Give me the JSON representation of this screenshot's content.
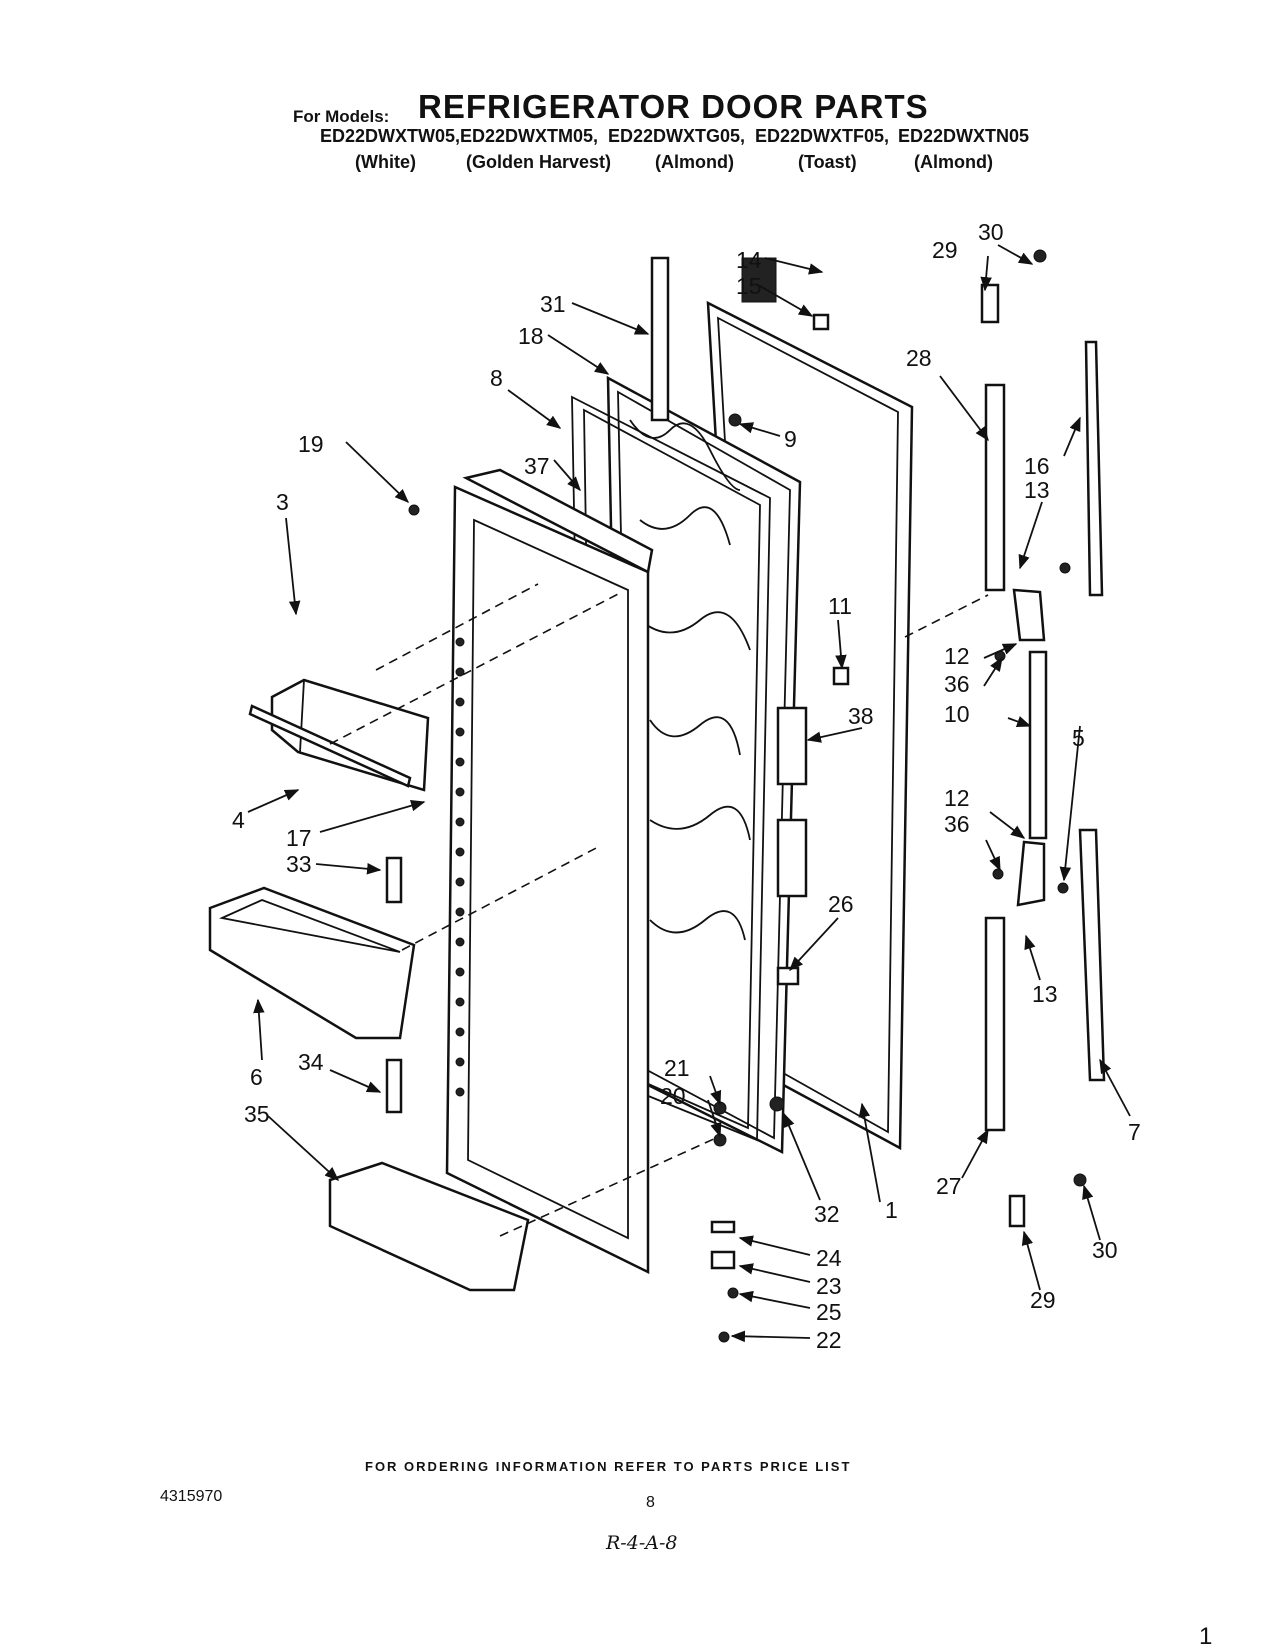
{
  "header": {
    "for_models": "For Models:",
    "title": "REFRIGERATOR DOOR PARTS",
    "models": [
      "ED22DWXTW05,",
      "ED22DWXTM05,",
      "ED22DWXTG05,",
      "ED22DWXTF05,",
      "ED22DWXTN05"
    ],
    "colors": [
      "(White)",
      "(Golden Harvest)",
      "(Almond)",
      "(Toast)",
      "(Almond)"
    ]
  },
  "callouts": {
    "c1": "1",
    "c3": "3",
    "c4": "4",
    "c5": "5",
    "c6": "6",
    "c7": "7",
    "c8": "8",
    "c9": "9",
    "c10": "10",
    "c11": "11",
    "c12a": "12",
    "c12b": "12",
    "c13a": "13",
    "c13b": "13",
    "c14": "14",
    "c15": "15",
    "c16": "16",
    "c17": "17",
    "c18": "18",
    "c19": "19",
    "c20": "20",
    "c21": "21",
    "c22": "22",
    "c23": "23",
    "c24": "24",
    "c25": "25",
    "c26": "26",
    "c27": "27",
    "c28": "28",
    "c29a": "29",
    "c29b": "29",
    "c30a": "30",
    "c30b": "30",
    "c31": "31",
    "c32": "32",
    "c33": "33",
    "c34": "34",
    "c35": "35",
    "c36a": "36",
    "c36b": "36",
    "c37": "37",
    "c38": "38"
  },
  "footer": {
    "ordering": "FOR ORDERING INFORMATION REFER TO PARTS PRICE LIST",
    "doc_number": "4315970",
    "page_number": "8",
    "handwritten": "R-4-A-8",
    "corner_mark": "1"
  }
}
